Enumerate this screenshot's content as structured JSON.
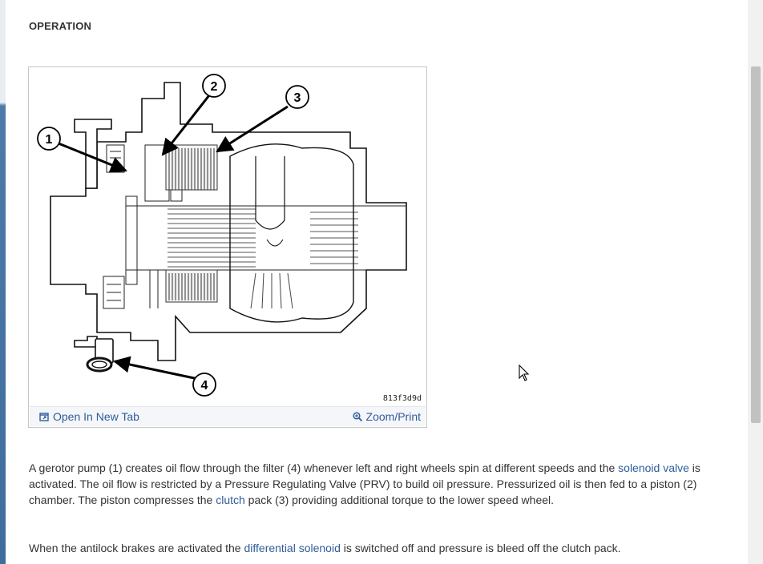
{
  "section": {
    "title": "OPERATION"
  },
  "figure": {
    "callouts": [
      "1",
      "2",
      "3",
      "4"
    ],
    "figure_id": "813f3d9d",
    "open_new_tab_label": "Open In New Tab",
    "zoom_print_label": "Zoom/Print",
    "icons": {
      "open_new_tab": "open-new-tab-icon",
      "zoom": "zoom-icon"
    }
  },
  "paragraph1": {
    "t1": "A gerotor pump (1) creates oil flow through the filter (4) whenever left and right wheels spin at different speeds and the ",
    "link1": "solenoid valve",
    "t2": " is activated. The oil flow is restricted by a Pressure Regulating Valve (PRV) to build oil pressure. Pressurized oil is then fed to a piston (2) chamber. The piston compresses the ",
    "link2": "clutch",
    "t3": " pack (3) providing additional torque to the lower speed wheel."
  },
  "paragraph2": {
    "t1": "When the antilock brakes are activated the ",
    "link1": "differential solenoid",
    "t2": " is switched off and pressure is bleed off the clutch pack."
  },
  "colors": {
    "link": "#2f5d9b",
    "text": "#333333",
    "figure_bar": "#f4f6f9"
  }
}
